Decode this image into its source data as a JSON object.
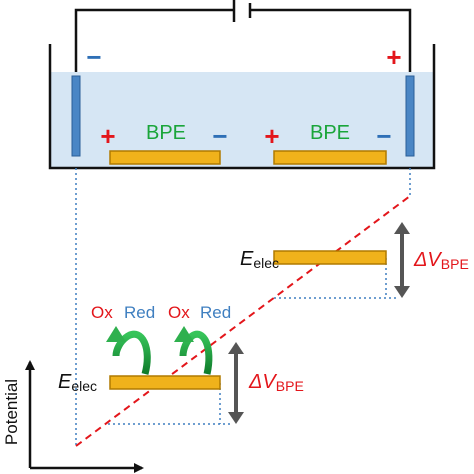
{
  "labels": {
    "minus_sign": "−",
    "plus_sign": "+",
    "bpe_1": "BPE",
    "bpe_2": "BPE",
    "e_elec_main": "E",
    "e_elec_sub": "elec",
    "delta_v": "ΔV",
    "delta_v_sub": "BPE",
    "ox": "Ox",
    "red": "Red",
    "potential": "Potential"
  },
  "colors": {
    "circuit": "#111111",
    "solution": "#d6e6f4",
    "electrode": "#4a86c5",
    "bpe_fill": "#f0b21b",
    "bpe_stroke": "#b07a00",
    "plus": "#e3161b",
    "minus": "#2e6fb6",
    "bpe_text": "#1aa53a",
    "dotted": "#3f7fc0",
    "dashed": "#e3161b",
    "double_arrow": "#555555",
    "green_arrow": "#1aa53a",
    "ox": "#e3161b",
    "red": "#3f7fc0"
  }
}
